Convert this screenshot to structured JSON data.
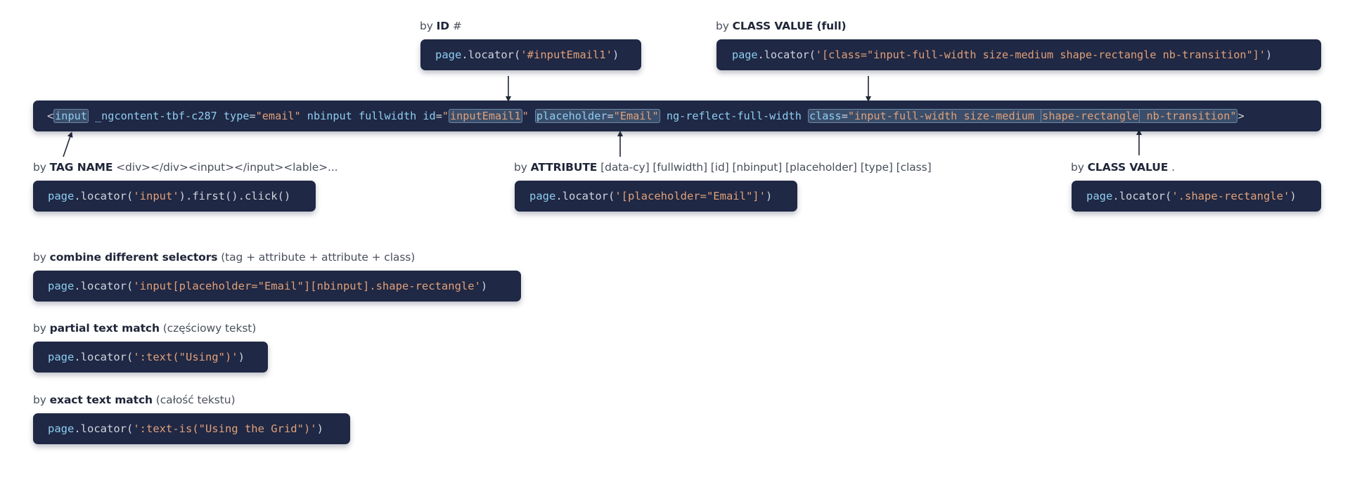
{
  "colors": {
    "box_bg": "#1f2844",
    "keyword": "#8ecdf2",
    "string": "#e0a07a",
    "plain": "#cfd4de",
    "highlight": "#3a4e6b"
  },
  "by": "by",
  "main": {
    "lt": "<",
    "tag": "input",
    "ngcontent": " _ngcontent-tbf-c287 ",
    "type_attr": "type",
    "eq": "=",
    "type_val": "\"email\"",
    "nbinput": " nbinput fullwidth ",
    "id_attr": "id",
    "id_q1": "\"",
    "id_val": "inputEmail1",
    "id_q2": "\"",
    "ph_attr": "placeholder",
    "ph_val": "\"Email\"",
    "ngreflect": " ng-reflect-full-width ",
    "class_attr": "class",
    "class_q1": "\"input-full-width size-medium ",
    "class_hl": "shape-rectangle",
    "class_q2": " nb-transition\"",
    "gt": ">"
  },
  "id_sel": {
    "title": "ID",
    "suffix": " #",
    "obj": "page",
    "method": ".locator(",
    "arg": "'#inputEmail1'",
    "close": ")"
  },
  "class_full": {
    "title": "CLASS VALUE (full)",
    "obj": "page",
    "method": ".locator(",
    "arg": "'[class=\"input-full-width size-medium shape-rectangle nb-transition\"]'",
    "close": ")"
  },
  "tag_sel": {
    "title": "TAG NAME",
    "suffix": " <div></div><input></input><lable>...",
    "obj": "page",
    "method": ".locator(",
    "arg": "'input'",
    "close": ").first().click()"
  },
  "attr_sel": {
    "title": "ATTRIBUTE",
    "suffix": " [data-cy] [fullwidth] [id] [nbinput] [placeholder] [type] [class]",
    "obj": "page",
    "method": ".locator(",
    "arg": "'[placeholder=\"Email\"]'",
    "close": ")"
  },
  "class_sel": {
    "title": "CLASS VALUE",
    "suffix": " .",
    "obj": "page",
    "method": ".locator(",
    "arg": "'.shape-rectangle'",
    "close": ")"
  },
  "combine": {
    "title": "combine different selectors",
    "suffix": " (tag + attribute + attribute + class)",
    "obj": "page",
    "method": ".locator(",
    "arg": "'input[placeholder=\"Email\"][nbinput].shape-rectangle'",
    "close": ")"
  },
  "partial": {
    "title": "partial text match",
    "suffix": " (częściowy tekst)",
    "obj": "page",
    "method": ".locator(",
    "arg": "':text(\"Using\")'",
    "close": ")"
  },
  "exact": {
    "title": "exact text match",
    "suffix": " (całość tekstu)",
    "obj": "page",
    "method": ".locator(",
    "arg": "':text-is(\"Using the Grid\")'",
    "close": ")"
  }
}
